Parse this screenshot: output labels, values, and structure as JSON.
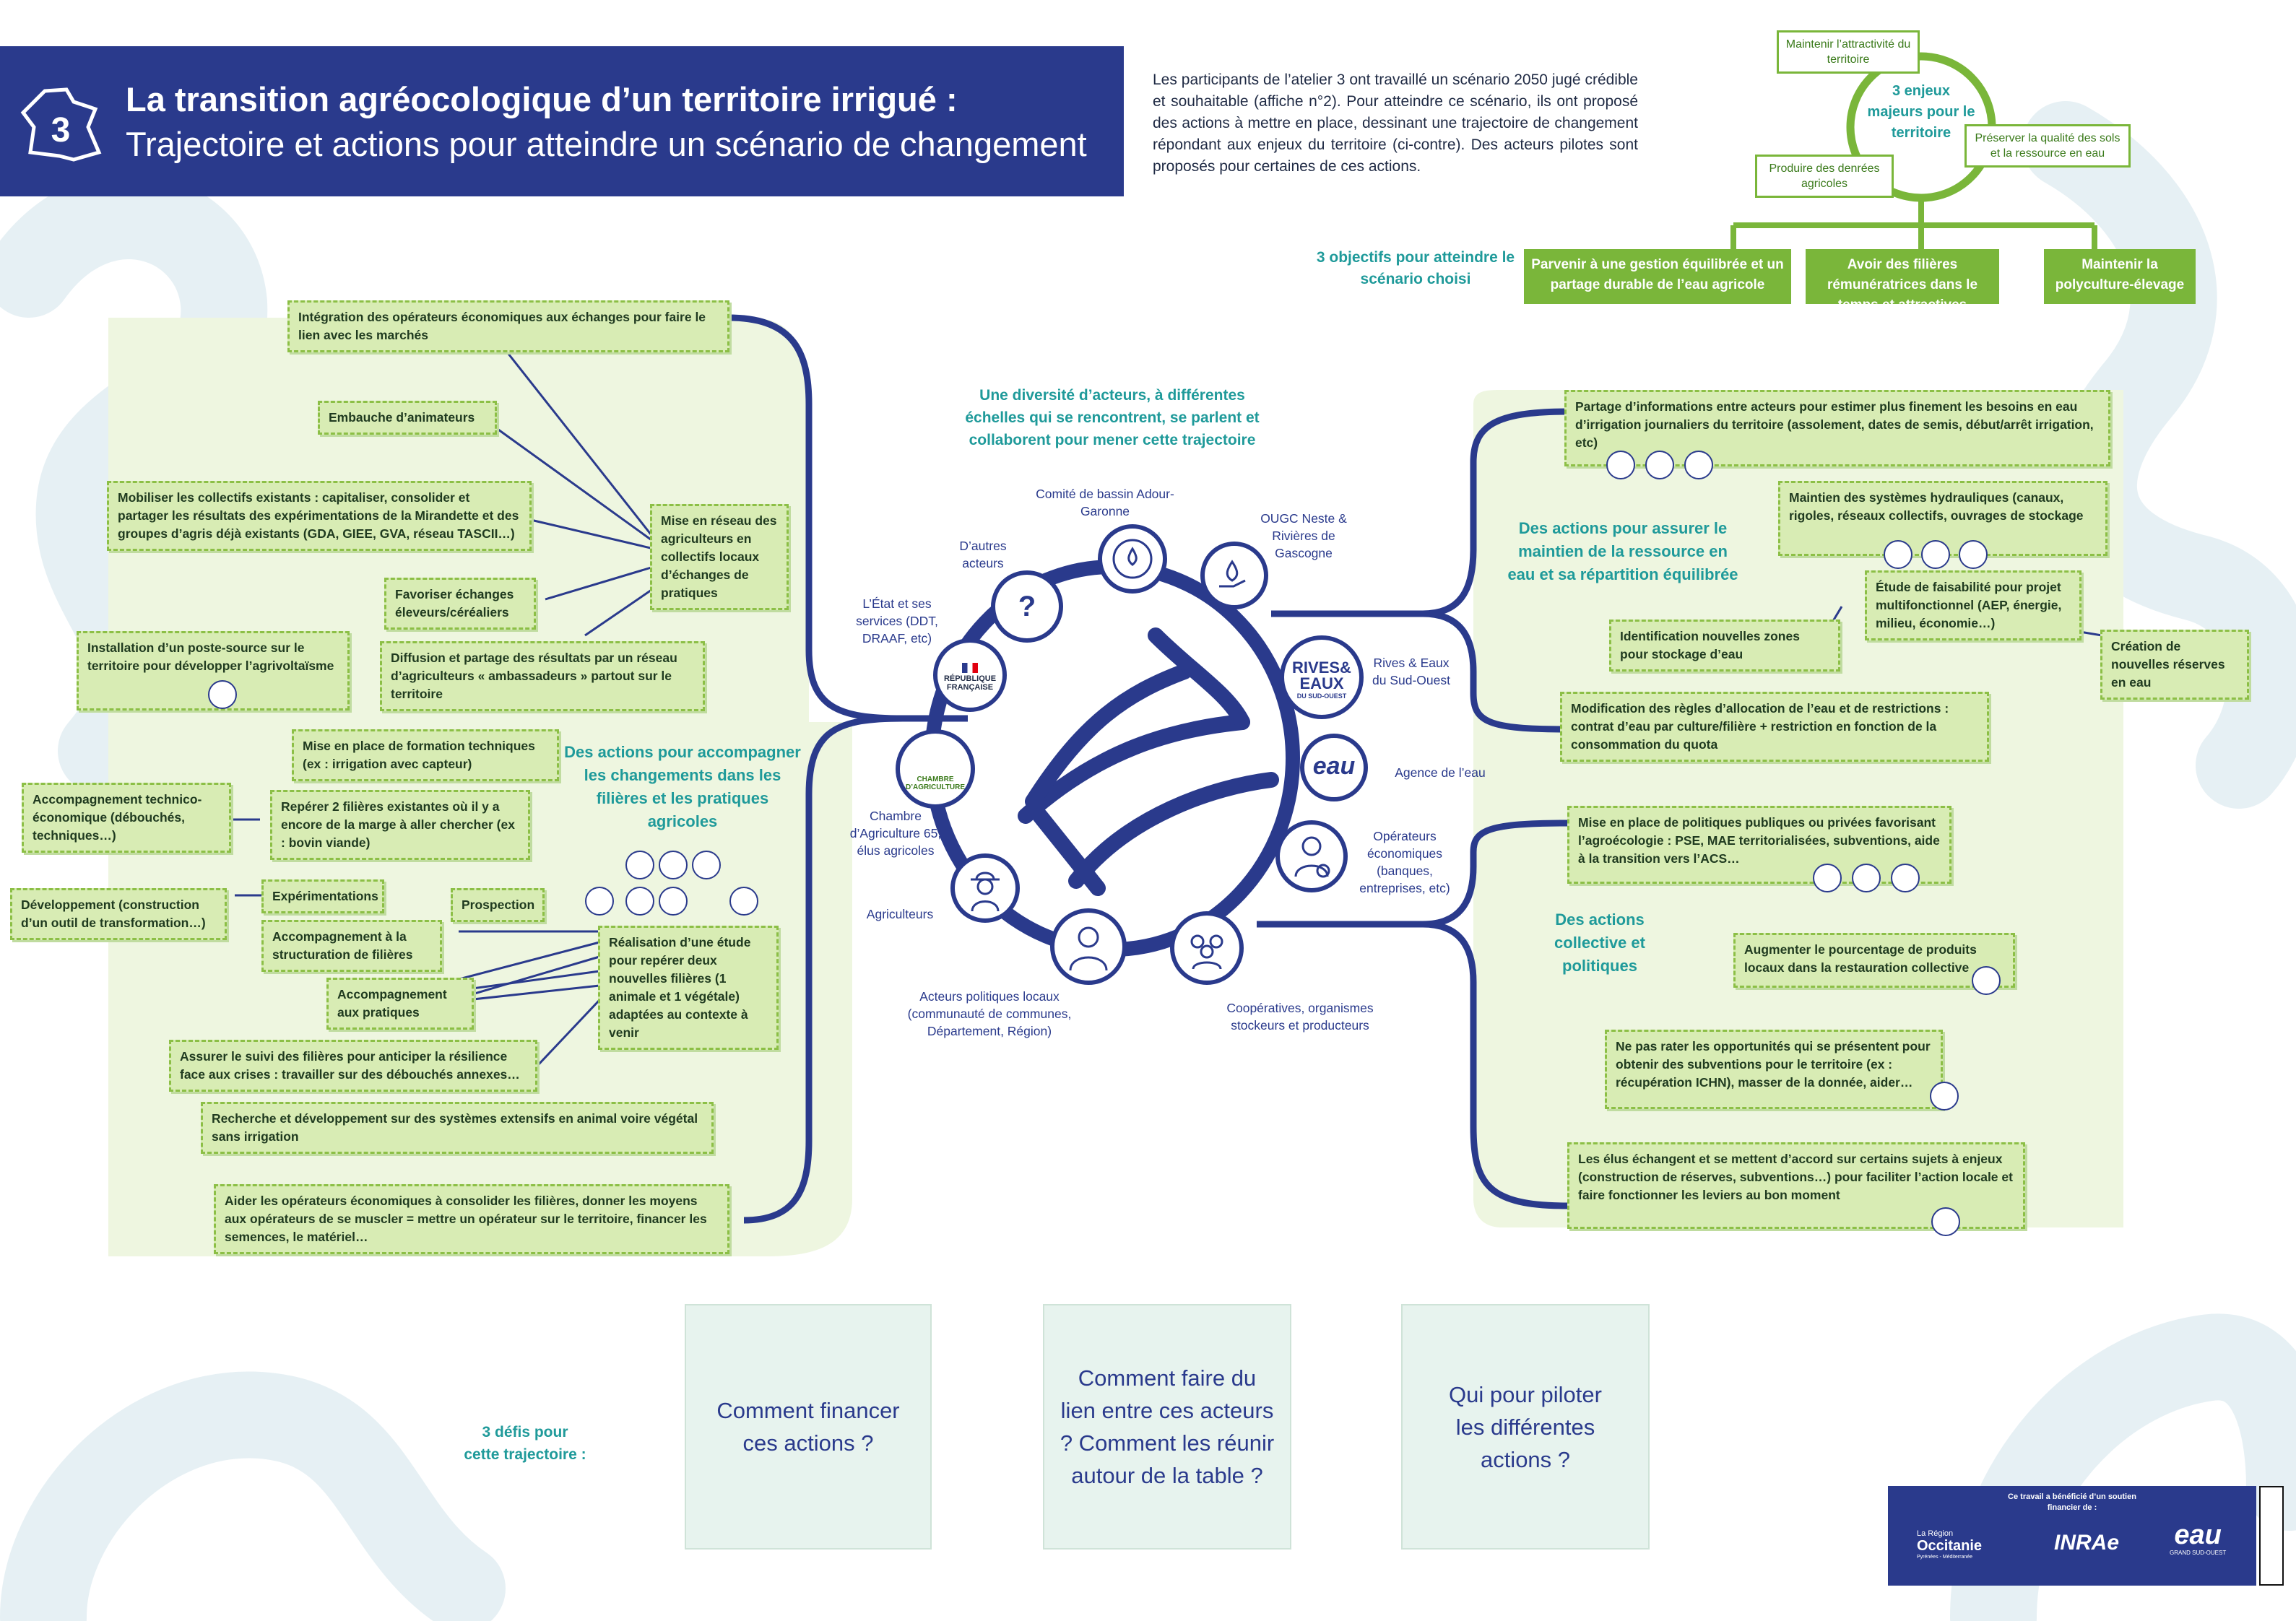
{
  "header": {
    "badge_number": "3",
    "title_line1": "La transition agréocologique d’un territoire irrigué :",
    "title_line2": "Trajectoire et actions pour atteindre un scénario de changement"
  },
  "intro_text": "Les participants de l’atelier 3 ont travaillé un scénario 2050 jugé crédible et souhaitable (affiche n°2). Pour atteindre ce scénario, ils ont proposé des actions à mettre en place, dessinant une trajectoire de changement répondant aux enjeux du territoire (ci-contre). Des acteurs pilotes sont proposés pour certaines de ces actions.",
  "enjeux": {
    "center": "3 enjeux majeurs pour le territoire",
    "items": [
      "Maintenir l’attractivité du territoire",
      "Préserver la qualité des sols et la ressource en eau",
      "Produire des denrées agricoles"
    ]
  },
  "objectifs": {
    "label": "3 objectifs pour atteindre le scénario choisi",
    "items": [
      "Parvenir à une gestion équilibrée et un partage durable de l’eau agricole",
      "Avoir des filières rémunératrices dans le temps et attractives",
      "Maintenir la polyculture-élevage"
    ]
  },
  "center": {
    "heading": "Une diversité d’acteurs, à différentes échelles qui se rencontrent, se parlent et collaborent pour mener cette trajectoire",
    "actors": [
      "Comité de bassin Adour-Garonne",
      "OUGC Neste & Rivières de Gascogne",
      "D’autres acteurs",
      "L’État et ses services (DDT, DRAAF, etc)",
      "Rives & Eaux du Sud-Ouest",
      "Agence de l’eau",
      "Chambre d’Agriculture 65, élus agricoles",
      "Opérateurs économiques (banques, entreprises, etc)",
      "Agriculteurs",
      "Acteurs politiques locaux (communauté de communes, Département, Région)",
      "Coopératives, organismes stockeurs et producteurs"
    ],
    "logo_texts": {
      "question": "?",
      "rf": "RÉPUBLIQUE FRANÇAISE",
      "rives": "RIVES& EAUX",
      "rives_sub": "DU SUD-OUEST",
      "eau": "eau",
      "chambre": "CHAMBRE D’AGRICULTURE"
    }
  },
  "left": {
    "section_title": "Des actions pour accompagner les changements dans les filières et les pratiques agricoles",
    "boxes": [
      "Intégration des opérateurs économiques aux échanges pour faire le lien avec les marchés",
      "Embauche d’animateurs",
      "Mobiliser les collectifs existants : capitaliser, consolider et partager les résultats des expérimentations de la Mirandette et des groupes d’agris déjà existants (GDA, GIEE, GVA, réseau TASCII…)",
      "Mise en réseau des agriculteurs en collectifs locaux d’échanges de pratiques",
      "Favoriser échanges éleveurs/céréaliers",
      "Installation d’un poste-source sur le territoire pour développer l’agrivoltaïsme",
      "Diffusion et partage des résultats par un réseau d’agriculteurs « ambassadeurs » partout sur le territoire",
      "Mise en place de formation techniques (ex : irrigation avec capteur)",
      "Accompagnement technico-économique (débouchés, techniques…)",
      "Repérer 2 filières existantes où il y a encore de la marge à aller chercher (ex : bovin viande)",
      "Expérimentations",
      "Prospection",
      "Développement (construction d’un outil de transformation…)",
      "Accompagnement à la structuration de filières",
      "Accompagnement aux pratiques",
      "Réalisation d’une étude pour repérer deux nouvelles filières (1 animale et 1 végétale) adaptées au contexte à venir",
      "Assurer le suivi des filières pour anticiper la résilience face aux crises : travailler sur des débouchés annexes…",
      "Recherche et développement sur des systèmes extensifs en animal voire végétal sans irrigation",
      "Aider les opérateurs économiques à consolider les filières, donner les moyens aux opérateurs de se muscler = mettre un opérateur sur le territoire, financer les semences, le matériel…"
    ]
  },
  "right_top": {
    "section_title": "Des actions pour assurer le maintien de la ressource en eau et sa répartition équilibrée",
    "boxes": [
      "Partage d’informations entre acteurs pour estimer plus finement les besoins en eau d’irrigation journaliers du territoire (assolement, dates de semis, début/arrêt irrigation, etc)",
      "Maintien des systèmes hydrauliques (canaux, rigoles, réseaux collectifs, ouvrages de stockage",
      "Étude de faisabilité pour projet multifonctionnel (AEP, énergie, milieu, économie…)",
      "Identification nouvelles zones pour stockage d’eau",
      "Création de nouvelles réserves en eau",
      "Modification des règles d’allocation de l’eau et de restrictions : contrat d’eau par culture/filière + restriction en fonction de la consommation du quota"
    ]
  },
  "right_bottom": {
    "section_title": "Des actions collective et politiques",
    "boxes": [
      "Mise en place de politiques publiques ou privées favorisant l’agroécologie : PSE, MAE territorialisées, subventions, aide à la transition vers l’ACS…",
      "Augmenter le pourcentage de produits locaux dans la restauration collective",
      "Ne pas rater les opportunités qui se présentent pour obtenir des subventions pour le territoire (ex : récupération ICHN), masser de la donnée, aider…",
      "Les élus échangent et se mettent d’accord sur certains sujets à enjeux (construction de réserves, subventions…) pour faciliter l’action locale et faire fonctionner les leviers au bon moment"
    ]
  },
  "defis": {
    "label": "3 défis pour cette trajectoire :",
    "items": [
      "Comment financer ces actions ?",
      "Comment faire du lien entre ces acteurs ? Comment les réunir autour de la table ?",
      "Qui pour piloter les différentes actions ?"
    ]
  },
  "sponsor": {
    "text": "Ce travail a bénéficié d’un soutien financier de :",
    "region_prefix": "La Région",
    "region": "Occitanie",
    "region_sub": "Pyrénées - Méditerranée",
    "inrae": "INRAe",
    "eau": "eau",
    "eau_sub": "GRAND SUD-OUEST"
  },
  "colors": {
    "navy": "#2a3a8c",
    "green": "#7ab63a",
    "box_fill": "#d8ecb4",
    "teal": "#1f9a9a"
  }
}
